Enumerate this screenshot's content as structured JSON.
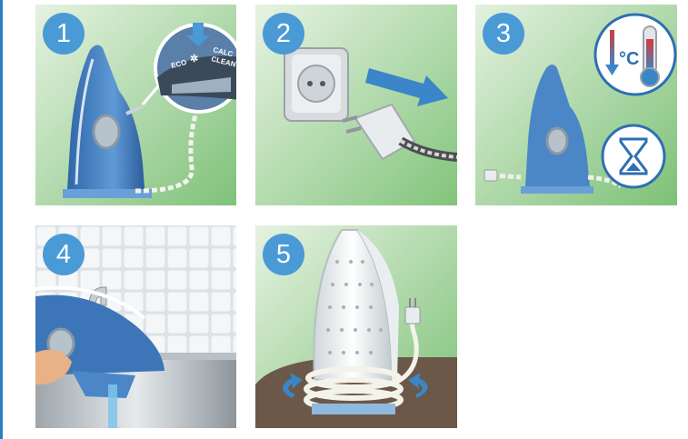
{
  "steps": [
    {
      "number": "1"
    },
    {
      "number": "2"
    },
    {
      "number": "3"
    },
    {
      "number": "4"
    },
    {
      "number": "5"
    }
  ],
  "iron_dial": {
    "eco_label": "ECO",
    "calc_clean_line1": "CALC",
    "calc_clean_line2": "CLEAN"
  },
  "temperature": {
    "unit_label": "°C"
  },
  "colors": {
    "badge": "#4a9ad6",
    "panel_green": "#8ec98a",
    "iron_blue": "#4b86c6",
    "arrow_blue": "#3a86c8"
  }
}
